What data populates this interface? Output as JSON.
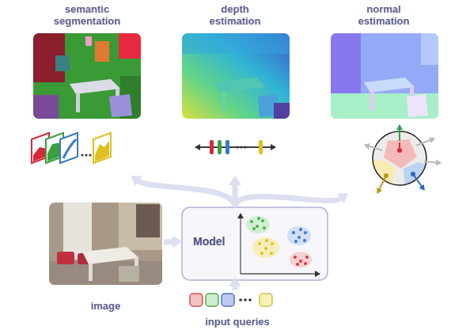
{
  "diagram": {
    "nodes": [
      {
        "text": [
          "semantic segmentation"
        ]
      },
      {
        "text": [
          "depth estimation"
        ]
      },
      {
        "text": [
          "normal estimation"
        ]
      },
      {
        "text": [
          "image"
        ]
      },
      {
        "text": [
          "Model"
        ]
      },
      {
        "text": [
          "input queries"
        ]
      }
    ],
    "edges": [
      {
        "from": 4,
        "to": 0,
        "arrow": "to"
      },
      {
        "from": 4,
        "to": 1,
        "arrow": "to"
      },
      {
        "from": 4,
        "to": 2,
        "arrow": "to"
      },
      {
        "from": 3,
        "to": 4,
        "arrow": "to"
      },
      {
        "from": 5,
        "to": 4,
        "arrow": "to"
      }
    ]
  }
}
